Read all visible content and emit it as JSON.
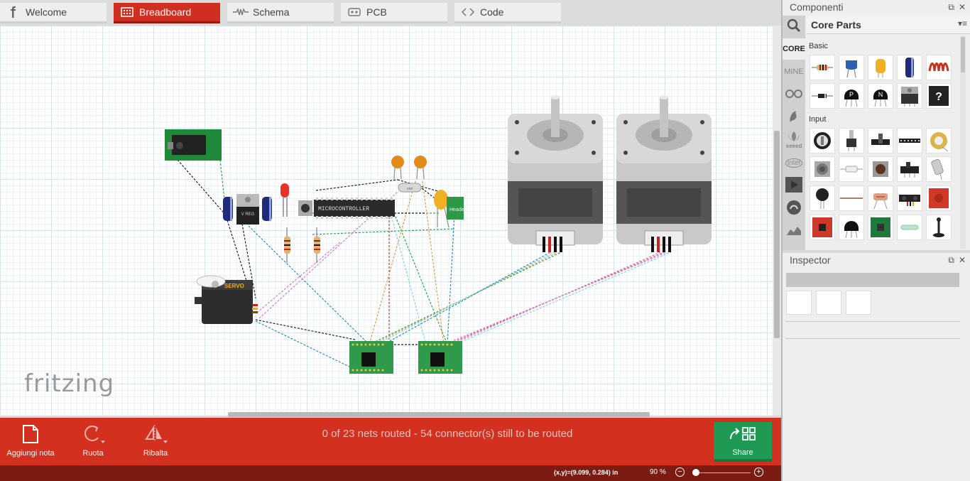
{
  "tabs": [
    {
      "label": "Welcome",
      "icon": "fritzing-logo-icon",
      "active": false
    },
    {
      "label": "Breadboard",
      "icon": "breadboard-icon",
      "active": true
    },
    {
      "label": "Schema",
      "icon": "resistor-icon",
      "active": false
    },
    {
      "label": "PCB",
      "icon": "pcb-icon",
      "active": false
    },
    {
      "label": "Code",
      "icon": "code-icon",
      "active": false
    }
  ],
  "canvas": {
    "watermark": "fritzing",
    "parts": {
      "microcontroller": "MICROCONTROLLER",
      "servo": "SERVO",
      "header": "Header",
      "regulator": "V REG",
      "crystal": "xtal"
    }
  },
  "toolbar": {
    "add_note": "Aggiungi nota",
    "rotate": "Ruota",
    "flip": "Ribalta",
    "routing_status": "0 of 23 nets routed - 54 connector(s) still to be routed",
    "share": "Share"
  },
  "status": {
    "coords": "(x,y)=(9.099, 0.284) in",
    "zoom": "90 %",
    "zoom_in": "+",
    "zoom_out": "−"
  },
  "components_panel": {
    "title": "Componenti",
    "bin_title": "Core Parts",
    "bins": [
      "search-icon",
      "CORE",
      "MINE",
      "arduino-icon",
      "fritzing-bin-icon",
      "seeed",
      "intel",
      "sparkfun-bin-icon",
      "snootlab-icon",
      "lilypad-icon"
    ],
    "sections": [
      {
        "name": "Basic",
        "parts": [
          "resistor",
          "ceramic-capacitor",
          "tantalum-capacitor",
          "electrolytic-capacitor",
          "inductor",
          "diode",
          "pnp-transistor",
          "npn-transistor",
          "mosfet",
          "mystery-part"
        ]
      },
      {
        "name": "Input",
        "parts": [
          "potentiometer",
          "trimmer-potentiometer",
          "slide-potentiometer",
          "rotary-encoder",
          "piezo",
          "rotary-potentiometer",
          "reed-switch",
          "pushbutton",
          "slide-switch",
          "tilt-switch",
          "microphone",
          "flex-sensor",
          "photocell",
          "distance-sensor",
          "pressure-sensor",
          "accelerometer",
          "temperature-sensor",
          "color-sensor",
          "reed-glass",
          "joystick"
        ]
      }
    ]
  },
  "inspector": {
    "title": "Inspector"
  },
  "colors": {
    "accent": "#d3301f",
    "status_bar": "#7b1b12",
    "share": "#1e9a55"
  }
}
